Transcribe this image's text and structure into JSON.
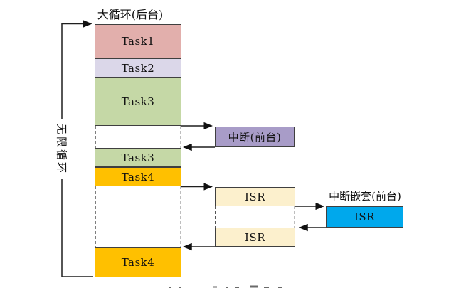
{
  "diagram": {
    "title": "大循环(后台)",
    "left_loop_label": "无限循环",
    "nested_interrupt_title": "中断嵌套(前台)"
  },
  "blocks": {
    "task1": {
      "label": "Task1",
      "color": "#E2AFAC"
    },
    "task2": {
      "label": "Task2",
      "color": "#DBD7E9"
    },
    "task3a": {
      "label": "Task3",
      "color": "#C5D8A6"
    },
    "task3b": {
      "label": "Task3",
      "color": "#C5D8A6"
    },
    "task4a": {
      "label": "Task4",
      "color": "#FFC000"
    },
    "task4b": {
      "label": "Task4",
      "color": "#FFC000"
    },
    "interrupt": {
      "label": "中断(前台)",
      "color": "#A89CC8"
    },
    "isr1": {
      "label": "ISR",
      "color": "#FCF0CD"
    },
    "isr2": {
      "label": "ISR",
      "color": "#FCF0CD"
    },
    "isr_nested": {
      "label": "ISR",
      "color": "#00A8EC"
    }
  },
  "style": {
    "line_color": "#1f1f1f",
    "border_color": "#3f3f3f"
  }
}
